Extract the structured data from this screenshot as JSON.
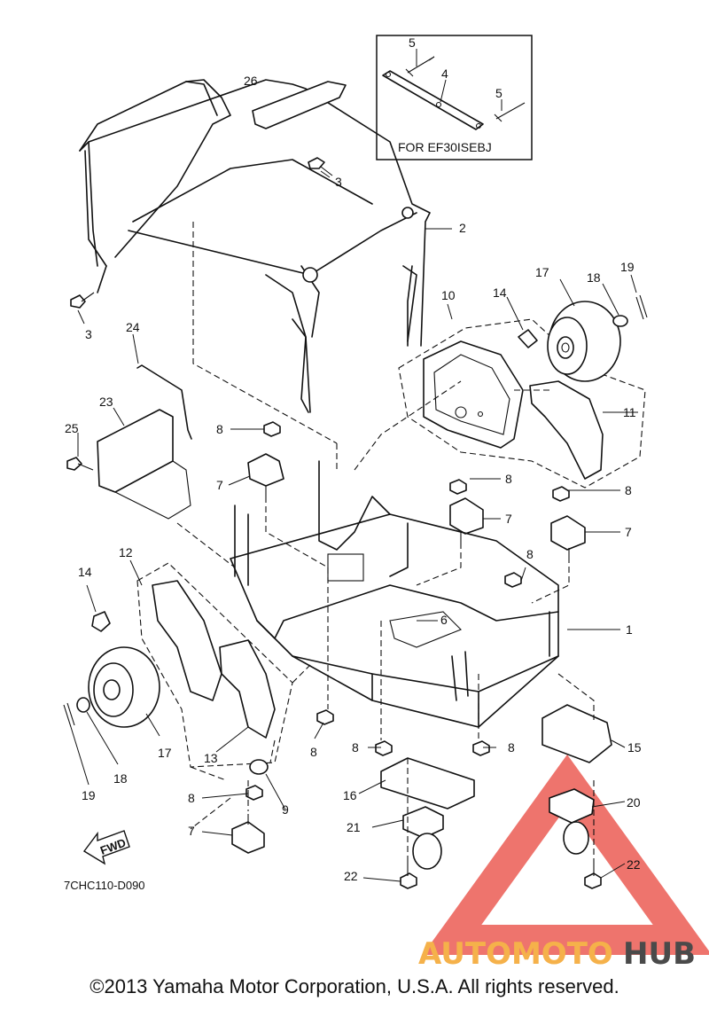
{
  "inset_caption": "FOR EF30ISEBJ",
  "drawing_code": "7CHC110-D090",
  "fwd_label": "FWD",
  "copyright": "©2013 Yamaha Motor Corporation, U.S.A. All rights reserved.",
  "watermark": {
    "part1": "AUTOMOTO",
    "part2": "HUB",
    "color1": "#f5b14a",
    "color2": "#4a4a4a",
    "triangle_color": "#e8453c"
  },
  "callouts": {
    "c1": "1",
    "c2": "2",
    "c3a": "3",
    "c3b": "3",
    "c4": "4",
    "c5a": "5",
    "c5b": "5",
    "c6": "6",
    "c7a": "7",
    "c7b": "7",
    "c7c": "7",
    "c7d": "7",
    "c8a": "8",
    "c8b": "8",
    "c8c": "8",
    "c8d": "8",
    "c8e": "8",
    "c8f": "8",
    "c8g": "8",
    "c8h": "8",
    "c9": "9",
    "c10": "10",
    "c11": "11",
    "c12": "12",
    "c13": "13",
    "c14a": "14",
    "c14b": "14",
    "c15": "15",
    "c16": "16",
    "c17a": "17",
    "c17b": "17",
    "c18a": "18",
    "c18b": "18",
    "c19a": "19",
    "c19b": "19",
    "c20": "20",
    "c21": "21",
    "c22a": "22",
    "c22b": "22",
    "c23": "23",
    "c24": "24",
    "c25": "25",
    "c26": "26"
  }
}
